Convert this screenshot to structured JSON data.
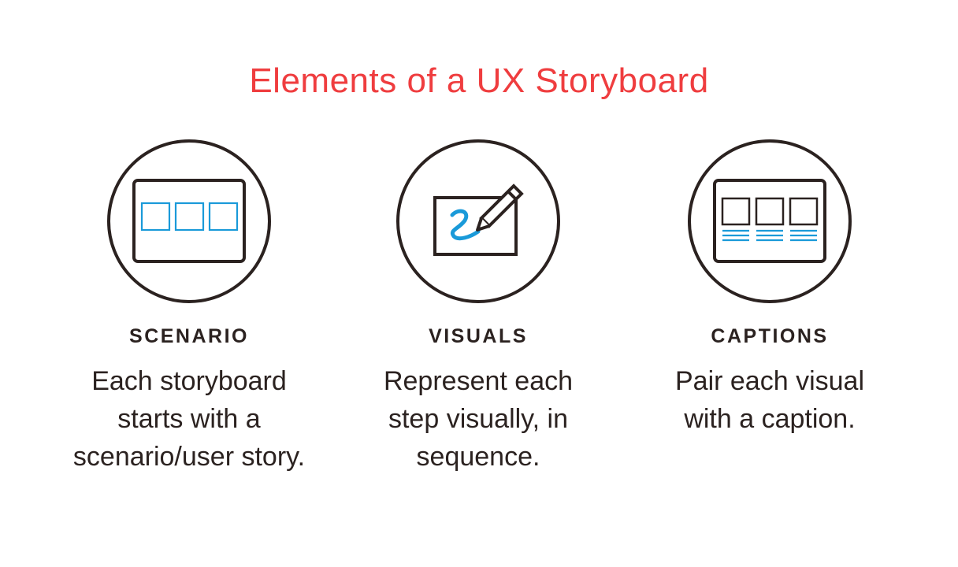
{
  "title": "Elements of a UX Storyboard",
  "colors": {
    "title": "#ef3d3f",
    "text": "#2b2220",
    "accent": "#1a9ad9",
    "stroke": "#2b2220"
  },
  "elements": [
    {
      "icon": "storyboard-frames-icon",
      "heading": "SCENARIO",
      "lines": [
        "Each storyboard",
        "starts with a",
        "scenario/user story."
      ]
    },
    {
      "icon": "pencil-drawing-icon",
      "heading": "VISUALS",
      "lines": [
        "Represent each",
        "step visually, in",
        "sequence."
      ]
    },
    {
      "icon": "captioned-frames-icon",
      "heading": "CAPTIONS",
      "lines": [
        "Pair each visual",
        "with a caption."
      ]
    }
  ]
}
